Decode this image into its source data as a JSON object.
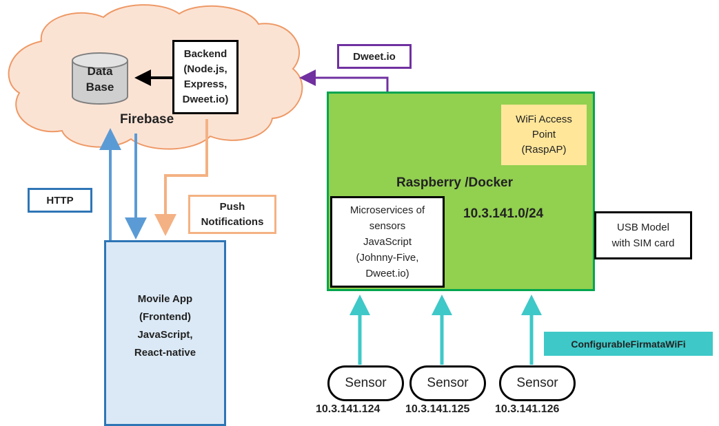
{
  "cloud": {
    "label": "Firebase"
  },
  "database": {
    "label": "Data\nBase"
  },
  "backend": {
    "label": "Backend\n(Node.js,\nExpress,\nDweet.io)"
  },
  "dweet": {
    "label": "Dweet.io"
  },
  "http": {
    "label": "HTTP"
  },
  "push": {
    "label": "Push\nNotifications"
  },
  "mobile_app": {
    "label": "Movile App\n(Frontend)\nJavaScript,\nReact-native"
  },
  "raspberry": {
    "title": "Raspberry /Docker",
    "network": "10.3.141.0/24"
  },
  "wifi_ap": {
    "label": "WiFi Access\nPoint\n(RaspAP)"
  },
  "microservices": {
    "label": "Microservices of\nsensors\nJavaScript\n(Johnny-Five,\nDweet.io)"
  },
  "usb_modem": {
    "label": "USB Model\nwith SIM card"
  },
  "firmata": {
    "label": "ConfigurableFirmataWiFi"
  },
  "sensors": [
    {
      "label": "Sensor",
      "ip": "10.3.141.124"
    },
    {
      "label": "Sensor",
      "ip": "10.3.141.125"
    },
    {
      "label": "Sensor",
      "ip": "10.3.141.126"
    }
  ],
  "colors": {
    "cloud_fill": "#fbe3d4",
    "cloud_stroke": "#ee9966",
    "blue": "#5b9bd5",
    "blue_dark": "#2e75b6",
    "app_fill": "#dbe9f6",
    "orange": "#f4b183",
    "purple": "#7030a0",
    "green_fill": "#92d050",
    "green_stroke": "#00a550",
    "wifi_fill": "#ffe699",
    "teal": "#3ec8c8",
    "black": "#000000"
  }
}
